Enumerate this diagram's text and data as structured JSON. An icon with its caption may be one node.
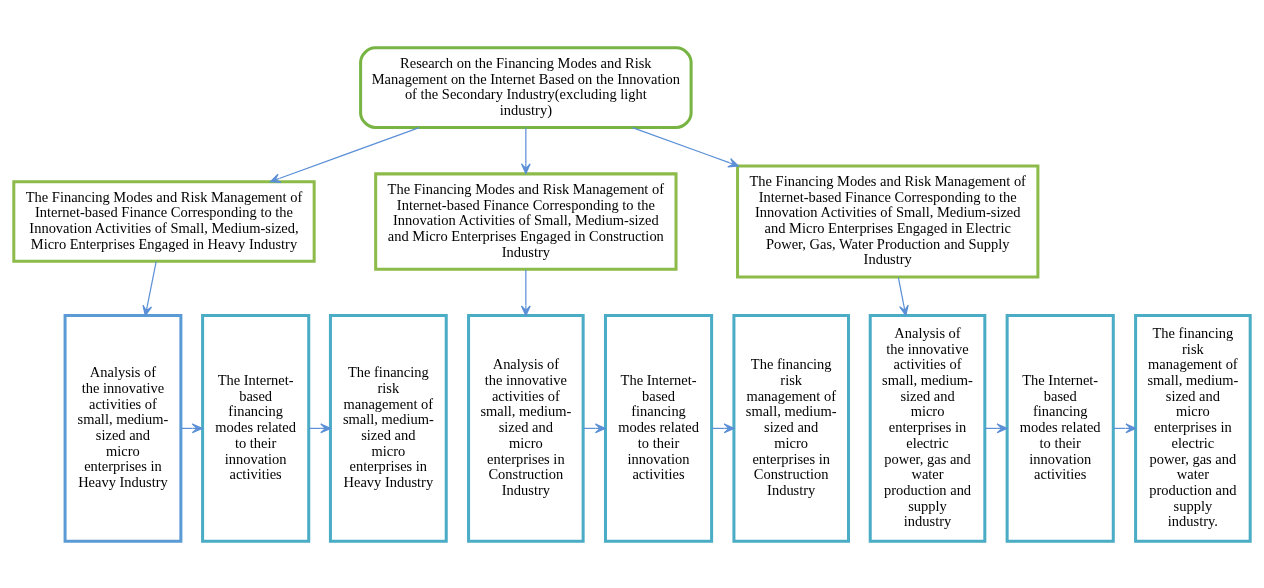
{
  "diagram": {
    "nodes": [
      {
        "text": [
          "Research on the Financing Modes and Risk Management on the Internet Based on the Innovation of the Secondary Industry(excluding light industry)"
        ]
      },
      {
        "text": [
          "The Financing Modes and Risk Management of Internet-based Finance Corresponding to the Innovation Activities of Small, Medium-sized, Micro Enterprises Engaged in Heavy Industry"
        ]
      },
      {
        "text": [
          "The Financing Modes and Risk Management of Internet-based Finance Corresponding to the Innovation Activities of Small, Medium-sized and Micro Enterprises Engaged in Construction Industry"
        ]
      },
      {
        "text": [
          "The Financing Modes and Risk Management of Internet-based Finance Corresponding to the Innovation Activities of Small, Medium-sized and Micro Enterprises Engaged in Electric Power, Gas, Water Production and Supply Industry"
        ]
      },
      {
        "text": [
          "Analysis of the innovative activities of small, medium-sized and micro enterprises in Heavy Industry"
        ]
      },
      {
        "text": [
          "The Internet-based financing modes related to their innovation activities"
        ]
      },
      {
        "text": [
          "The financing risk management of small, medium-sized and micro enterprises in Heavy Industry"
        ]
      },
      {
        "text": [
          "Analysis of the innovative activities of small, medium-sized and micro enterprises in Construction Industry"
        ]
      },
      {
        "text": [
          "The Internet-based financing modes related to their innovation activities"
        ]
      },
      {
        "text": [
          "The financing risk management of small, medium-sized and micro enterprises in Construction Industry"
        ]
      },
      {
        "text": [
          "Analysis of the innovative activities of small, medium-sized and micro enterprises in electric power, gas and water production and supply industry"
        ]
      },
      {
        "text": [
          "The Internet-based financing modes related to their innovation activities"
        ]
      },
      {
        "text": [
          "The financing risk management of small, medium-sized and micro enterprises in electric power, gas and water production and supply industry."
        ]
      }
    ],
    "edges": [
      {
        "from": 0,
        "to": 1,
        "arrow": "to"
      },
      {
        "from": 0,
        "to": 2,
        "arrow": "to"
      },
      {
        "from": 0,
        "to": 3,
        "arrow": "to"
      },
      {
        "from": 1,
        "to": 4,
        "arrow": "to"
      },
      {
        "from": 4,
        "to": 5,
        "arrow": "to"
      },
      {
        "from": 5,
        "to": 6,
        "arrow": "to"
      },
      {
        "from": 2,
        "to": 7,
        "arrow": "to"
      },
      {
        "from": 7,
        "to": 8,
        "arrow": "to"
      },
      {
        "from": 8,
        "to": 9,
        "arrow": "to"
      },
      {
        "from": 3,
        "to": 10,
        "arrow": "to"
      },
      {
        "from": 10,
        "to": 11,
        "arrow": "to"
      },
      {
        "from": 11,
        "to": 12,
        "arrow": "to"
      }
    ]
  }
}
